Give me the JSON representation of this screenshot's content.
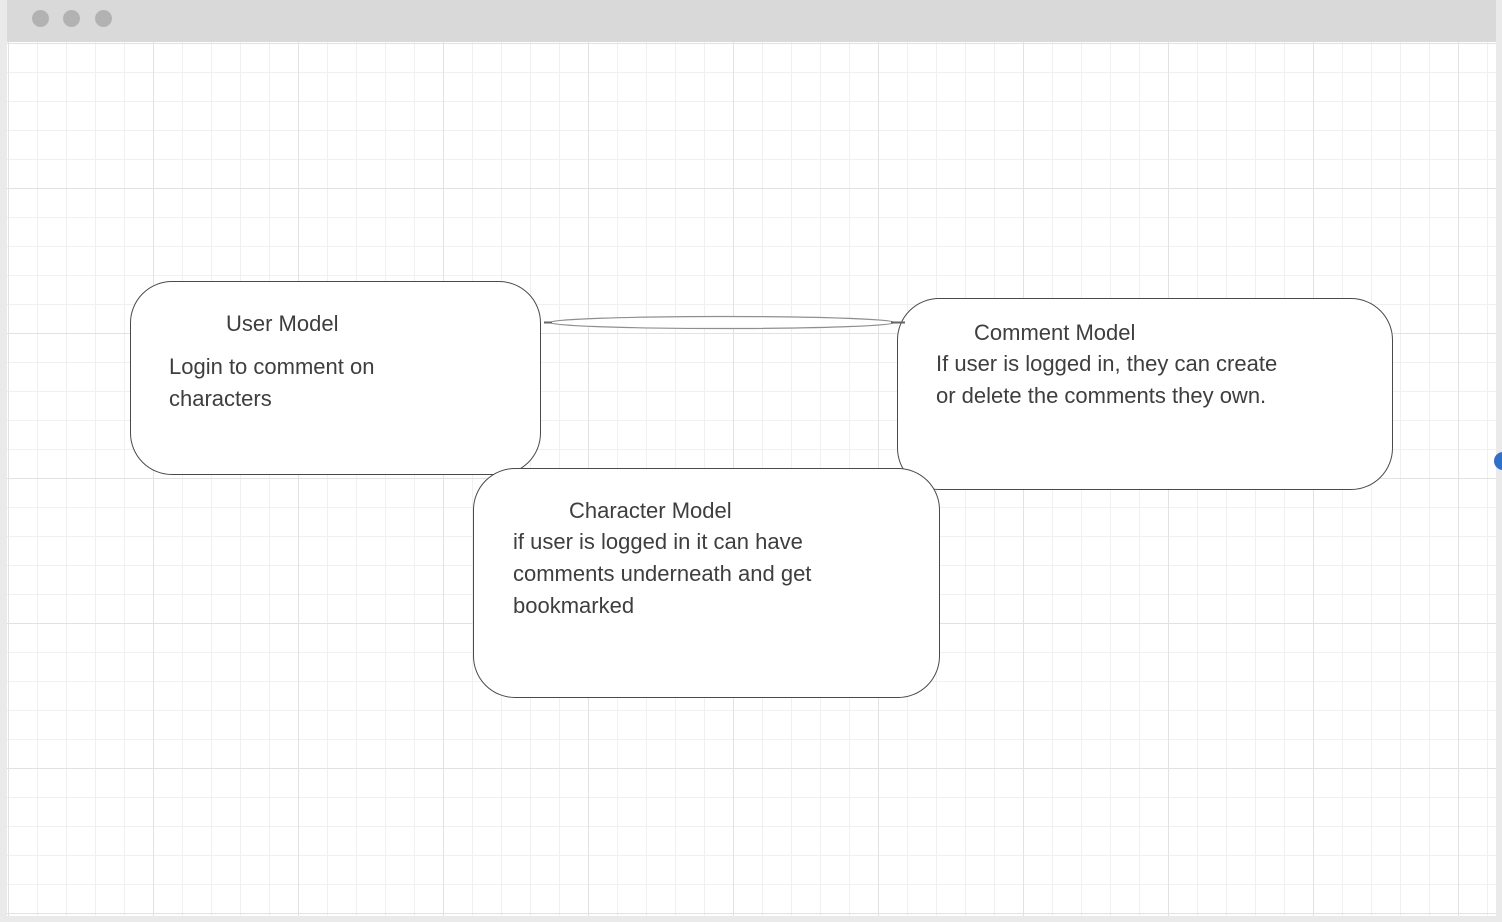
{
  "window": {
    "titlebar": {
      "controls": [
        "close",
        "minimize",
        "zoom"
      ]
    }
  },
  "diagram": {
    "nodes": [
      {
        "id": "user-model",
        "title": "User Model",
        "lines": [
          "Login to comment on",
          "characters"
        ]
      },
      {
        "id": "comment-model",
        "title": "Comment Model",
        "lines": [
          "If user is logged in, they can create",
          "or delete the comments they own."
        ]
      },
      {
        "id": "character-model",
        "title": "Character Model",
        "lines": [
          "if user is logged in it can have",
          "comments underneath and get",
          "bookmarked"
        ]
      }
    ],
    "connectors": [
      {
        "type": "flat-ellipse",
        "between": [
          "User Model",
          "Comment Model"
        ]
      }
    ],
    "markers": [
      {
        "type": "dot",
        "color": "#3070c9",
        "position": "right-edge"
      }
    ]
  },
  "colors": {
    "accent_blue": "#3070c9",
    "shape_border": "#4a4a4a",
    "text": "#3e3e3e",
    "titlebar_bg": "#d9d9d9",
    "frame_bg": "#eaeaea",
    "canvas_bg": "#ffffff",
    "grid_minor": "#f0f0f0",
    "grid_major": "#e2e2e2",
    "control_dot": "#b2b2b2",
    "ellipse_stroke": "#8f8f8f"
  }
}
